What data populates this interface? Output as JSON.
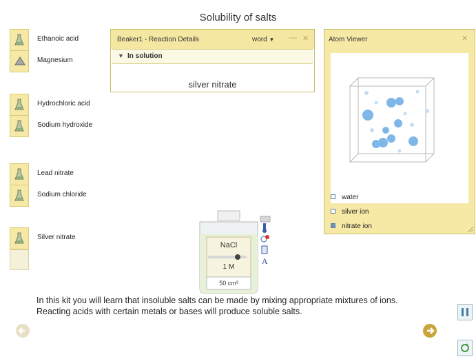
{
  "title": "Solubility of salts",
  "reagents": [
    {
      "label": "Ethanoic acid",
      "icon": "flask-icon"
    },
    {
      "label": "Magnesium",
      "icon": "solid-pile-icon"
    },
    {
      "label": "Hydrochloric acid",
      "icon": "flask-icon"
    },
    {
      "label": "Sodium hydroxide",
      "icon": "flask-icon"
    },
    {
      "label": "Lead nitrate",
      "icon": "flask-icon"
    },
    {
      "label": "Sodium chloride",
      "icon": "flask-icon"
    },
    {
      "label": "Silver nitrate",
      "icon": "flask-icon"
    }
  ],
  "beaker_panel": {
    "title": "Beaker1 - Reaction Details",
    "mode": "word",
    "mode_arrow": "▼",
    "minimize": "—",
    "close": "✕",
    "section_arrow": "▼",
    "section_title": "In solution",
    "content": "silver nitrate"
  },
  "atom_viewer": {
    "title": "Atom Viewer",
    "close": "✕",
    "legend": [
      {
        "label": "water"
      },
      {
        "label": "silver ion"
      },
      {
        "label": "nitrate ion"
      }
    ]
  },
  "beaker": {
    "solution_name": "NaCl",
    "concentration": "1 M",
    "volume": "50 cm³",
    "side_tools": [
      "thermometer-icon",
      "ph-probe-icon",
      "cup-icon",
      "text-label-icon"
    ],
    "text_tool_label": "A"
  },
  "instructions": "In this kit you will learn that insoluble salts can be made by mixing appropriate mixtures of ions. Reacting acids with certain metals or bases will produce soluble salts.",
  "colors": {
    "panel_header": "#f4e7a2",
    "panel_border": "#c9bd6a",
    "particle_blue": "#7fb7e8",
    "nav_gold": "#c9a43a"
  }
}
